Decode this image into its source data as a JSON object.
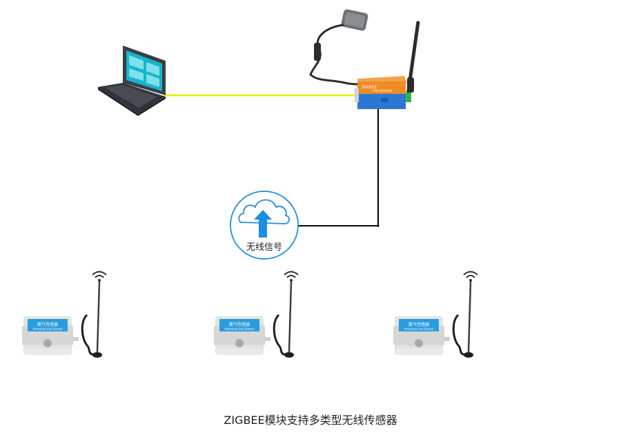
{
  "caption": "ZIGBEE模块支持多类型无线传感器",
  "wireless": {
    "label": "无线信号"
  },
  "sensor": {
    "label_cn": "氨气传感器",
    "label_en": "Ammonia Gas Sensor"
  },
  "colors": {
    "ethernet_cable": "#f2ea1d",
    "link_line": "#000000",
    "cloud_accent": "#1a8fe0",
    "gateway_top": "#f08a24",
    "gateway_bottom": "#2b78d2",
    "sensor_label": "#2a9de0"
  }
}
